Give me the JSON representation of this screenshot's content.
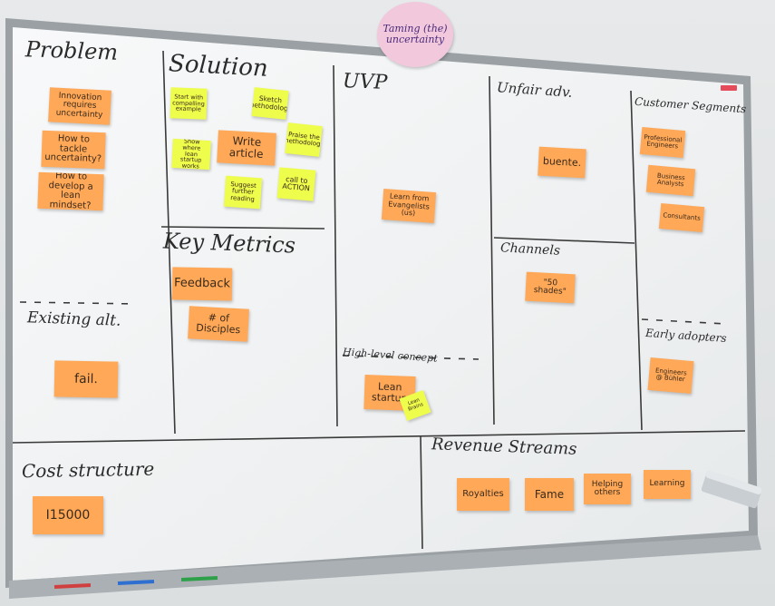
{
  "badge": {
    "text": "Taming (the) uncertainty"
  },
  "sections": {
    "problem": "Problem",
    "solution": "Solution",
    "uvp": "UVP",
    "unfair_advantage": "Unfair adv.",
    "customer_segments": "Customer Segments",
    "key_metrics": "Key Metrics",
    "channels": "Channels",
    "existing_alternatives": "Existing alt.",
    "early_adopters": "Early adopters",
    "high_level_concept": "High-level concept",
    "cost_structure": "Cost structure",
    "revenue_streams": "Revenue Streams"
  },
  "notes": {
    "problem_1": "Innovation requires uncertainty",
    "problem_2": "How to tackle uncertainty?",
    "problem_3": "How to develop a lean mindset?",
    "solution_1": "Start with compelling example",
    "solution_2": "Sketch methodology",
    "solution_3": "Praise the methodology",
    "solution_4": "Show where lean startup works",
    "solution_5": "Write article",
    "solution_6": "Suggest further reading",
    "solution_7": "call to ACTION",
    "uvp_1": "Learn from Evangelists (us)",
    "unfair_1": "buente.",
    "segment_1": "Professional Engineers",
    "segment_2": "Business Analysts",
    "segment_3": "Consultants",
    "metric_1": "Feedback",
    "metric_2": "# of Disciples",
    "channel_1": "\"50 shades\"",
    "existing_1": "fail.",
    "concept_1": "Lean startup",
    "concept_2": "Lean Brains",
    "early_1": "Engineers @ Bühler",
    "cost_1": "I15000",
    "revenue_1": "Royalties",
    "revenue_2": "Fame",
    "revenue_3": "Helping others",
    "revenue_4": "Learning"
  },
  "colors": {
    "orange_note": "#ffa858",
    "yellow_note": "#eefc4c",
    "badge": "#f2c9dc",
    "marker": "#3a3a3a"
  }
}
